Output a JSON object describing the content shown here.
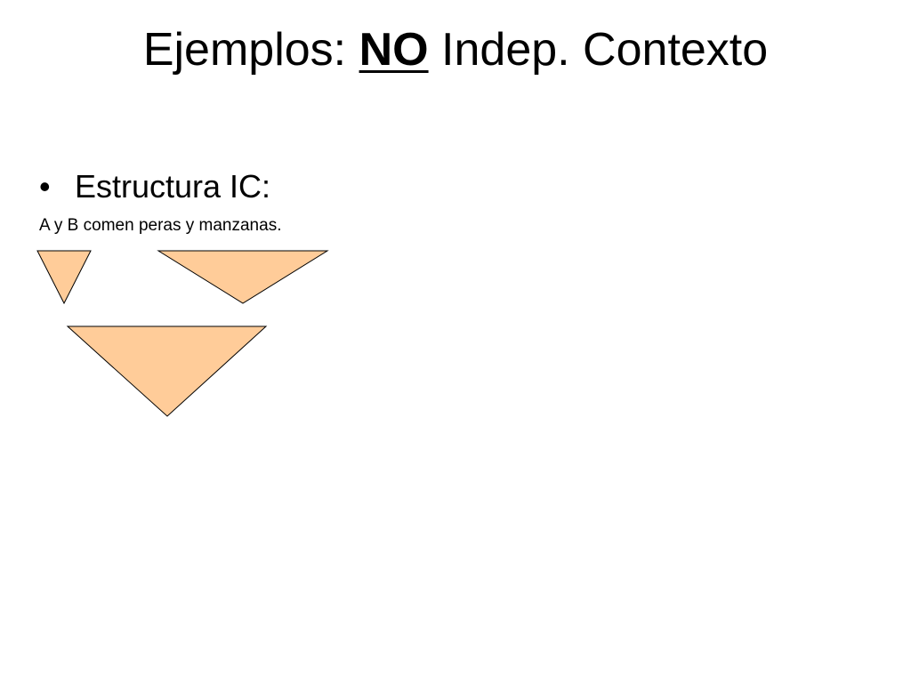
{
  "slide": {
    "title_prefix": "Ejemplos: ",
    "title_emphasis": "NO",
    "title_suffix": " Indep. Contexto",
    "bullet_symbol": "•",
    "bullet_text": "Estructura IC:",
    "sentence": "A y B comen peras y manzanas."
  },
  "colors": {
    "triangle_fill": "#FFCC99",
    "triangle_stroke": "#000000"
  }
}
